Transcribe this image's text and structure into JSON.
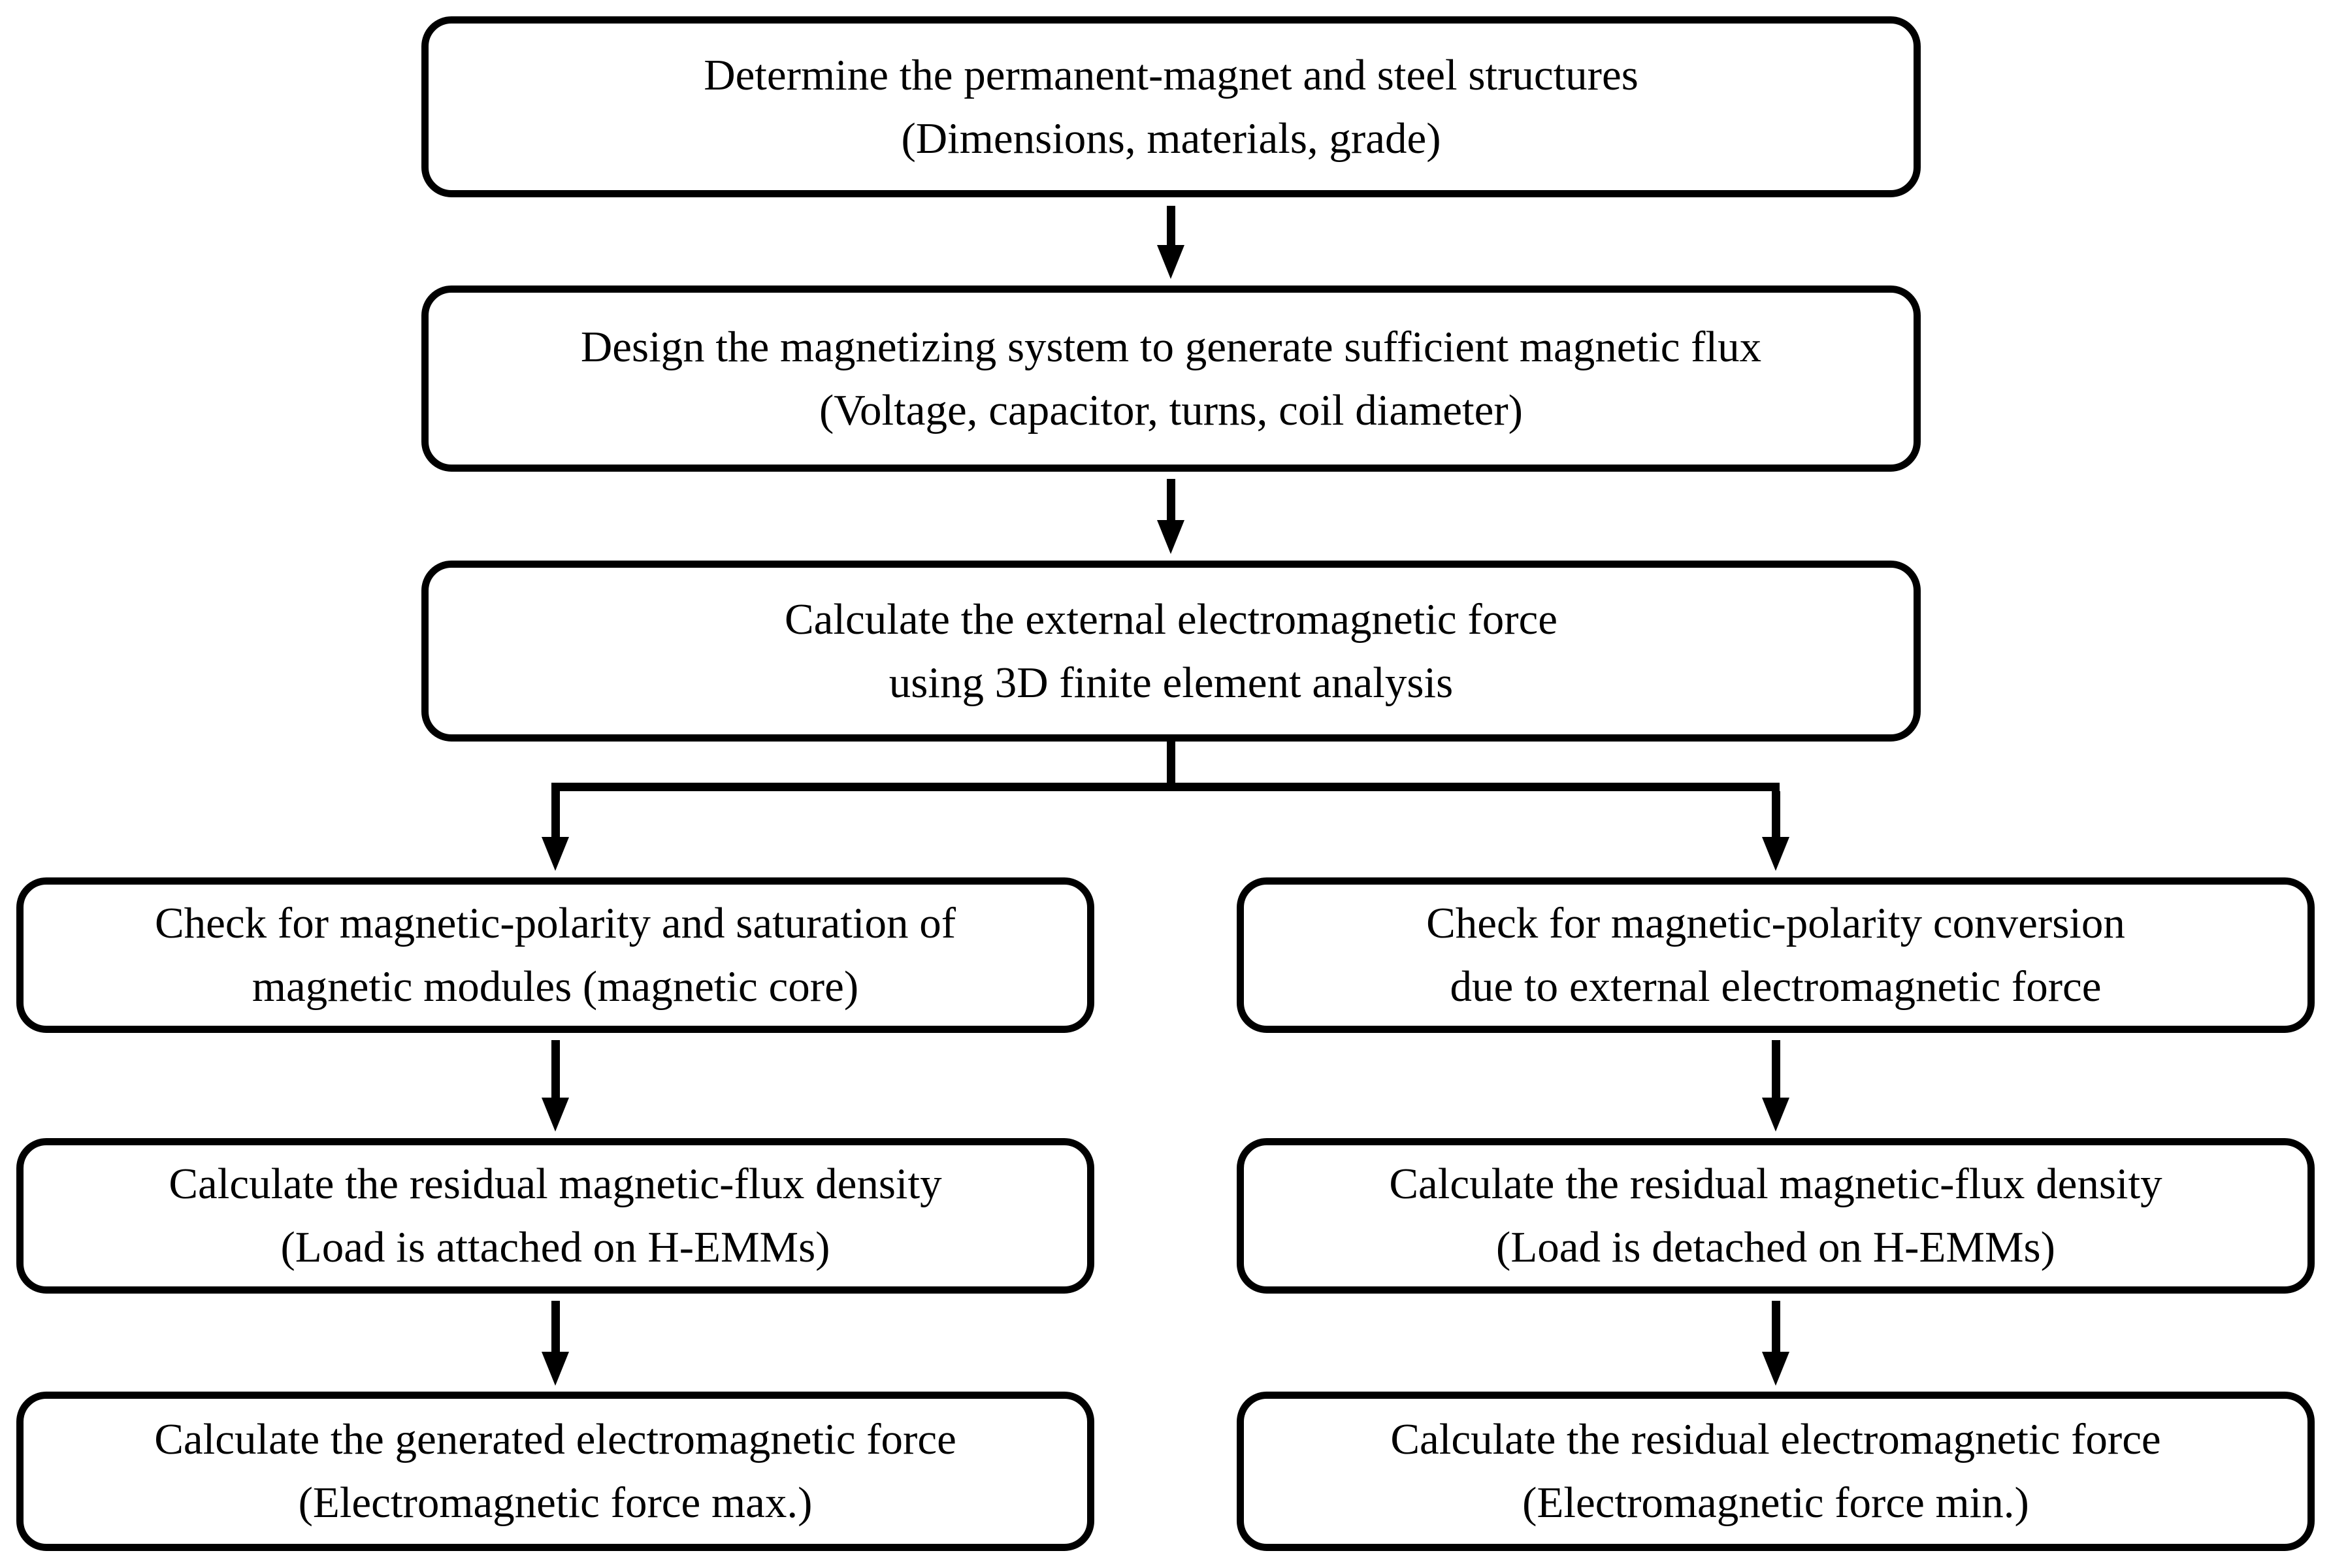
{
  "figure": {
    "type": "flowchart",
    "colors": {
      "background": "#ffffff",
      "stroke": "#000000",
      "text": "#000000"
    },
    "nodes": {
      "determine": {
        "line1": "Determine the permanent-magnet and steel structures",
        "line2": "(Dimensions, materials, grade)"
      },
      "design": {
        "line1": "Design the magnetizing system to generate sufficient magnetic flux",
        "line2": "(Voltage, capacitor, turns, coil diameter)"
      },
      "calc_external": {
        "line1": "Calculate the external electromagnetic force",
        "line2": "using 3D finite element analysis"
      },
      "check_left": {
        "line1": "Check for magnetic-polarity and saturation of",
        "line2": "magnetic modules (magnetic core)"
      },
      "check_right": {
        "line1": "Check for magnetic-polarity conversion",
        "line2": "due to external electromagnetic force"
      },
      "residual_left": {
        "line1": "Calculate the residual magnetic-flux density",
        "line2": "(Load is attached on H-EMMs)"
      },
      "residual_right": {
        "line1": "Calculate the residual magnetic-flux density",
        "line2": "(Load is detached on H-EMMs)"
      },
      "generated_left": {
        "line1": "Calculate the generated electromagnetic force",
        "line2": "(Electromagnetic force max.)"
      },
      "residual_force_right": {
        "line1": "Calculate the residual electromagnetic force",
        "line2": "(Electromagnetic force min.)"
      }
    }
  }
}
